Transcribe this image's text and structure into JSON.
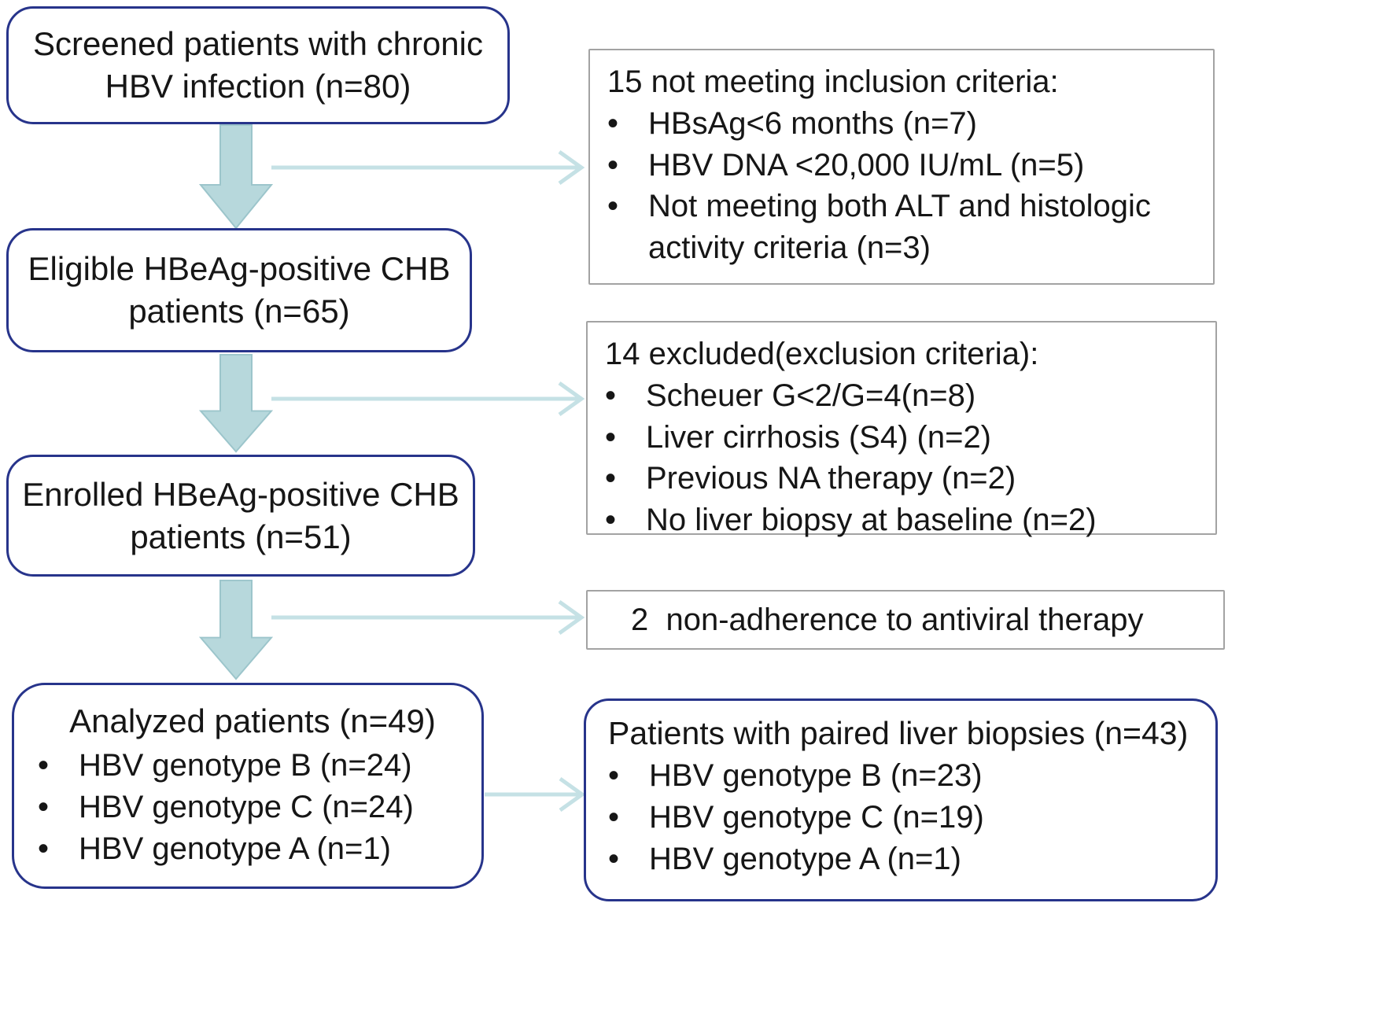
{
  "ui": {
    "bullet": "•"
  },
  "colors": {
    "navy": "#27348b",
    "gray": "#a3a3a3",
    "arrowFill": "#b7d8dc",
    "arrowStroke": "#9cc5cb",
    "lineArrow": "#c5e1e5",
    "text": "#161616",
    "background": "#ffffff"
  },
  "left_boxes": [
    {
      "title": "Screened patients with chronic HBV infection (n=80)"
    },
    {
      "title": "Eligible HBeAg-positive CHB patients (n=65)"
    },
    {
      "title": "Enrolled HBeAg-positive CHB patients (n=51)"
    },
    {
      "title": "Analyzed patients (n=49)",
      "bullets": [
        "HBV genotype B (n=24)",
        "HBV genotype C (n=24)",
        "HBV genotype A (n=1)"
      ]
    }
  ],
  "right_boxes": [
    {
      "title": "15 not meeting inclusion criteria:",
      "bullets": [
        "HBsAg<6 months (n=7)",
        "HBV DNA <20,000 IU/mL (n=5)",
        "Not meeting both ALT and histologic activity criteria (n=3)"
      ]
    },
    {
      "title": "14 excluded(exclusion criteria):",
      "bullets": [
        "Scheuer G<2/G=4(n=8)",
        "Liver cirrhosis (S4) (n=2)",
        "Previous NA therapy (n=2)",
        "No liver biopsy at baseline (n=2)"
      ]
    },
    {
      "title": "2  non-adherence to antiviral therapy"
    },
    {
      "title": "Patients with paired liver biopsies (n=43)",
      "bullets": [
        "HBV genotype B (n=23)",
        "HBV genotype C (n=19)",
        "HBV genotype A (n=1)"
      ]
    }
  ]
}
